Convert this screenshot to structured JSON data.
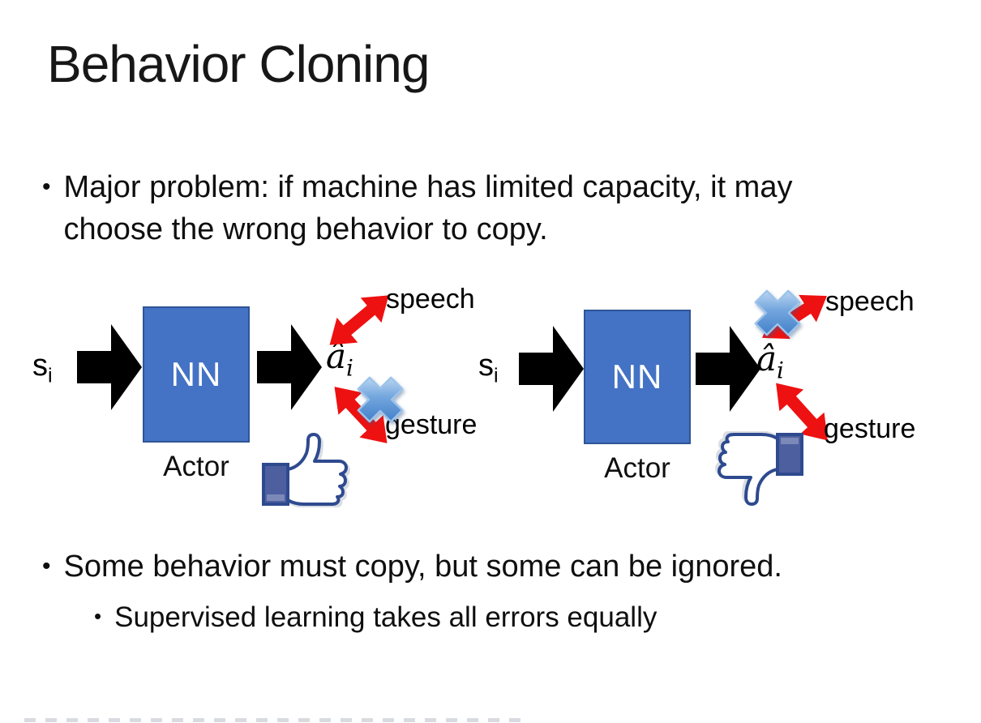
{
  "slide": {
    "title": "Behavior Cloning"
  },
  "bullets": {
    "dot": "•",
    "major_problem": "Major problem: if machine has limited capacity, it may choose the wrong behavior to copy.",
    "some_behavior": "Some behavior must copy, but some can be ignored.",
    "supervised_learning": "Supervised learning takes all errors equally"
  },
  "diagram_left": {
    "state_base": "s",
    "state_sub": "i",
    "network_label": "NN",
    "network_caption": "Actor",
    "action_base": "â",
    "action_sub": "i",
    "branch_top": "speech",
    "branch_bottom": "gesture",
    "crossed_branch": "gesture",
    "feedback": "thumbs-up"
  },
  "diagram_right": {
    "state_base": "s",
    "state_sub": "i",
    "network_label": "NN",
    "network_caption": "Actor",
    "action_base": "â",
    "action_sub": "i",
    "branch_top": "speech",
    "branch_bottom": "gesture",
    "crossed_branch": "speech",
    "feedback": "thumbs-down"
  },
  "colors": {
    "network_box_fill": "#4472C4",
    "network_box_border": "#2F5597",
    "flow_arrow_black": "#000000",
    "branch_arrow_red": "#EE1111",
    "cross_mark_blue": "#4E8FD9",
    "thumb_outline_blue": "#2E4A8F"
  }
}
